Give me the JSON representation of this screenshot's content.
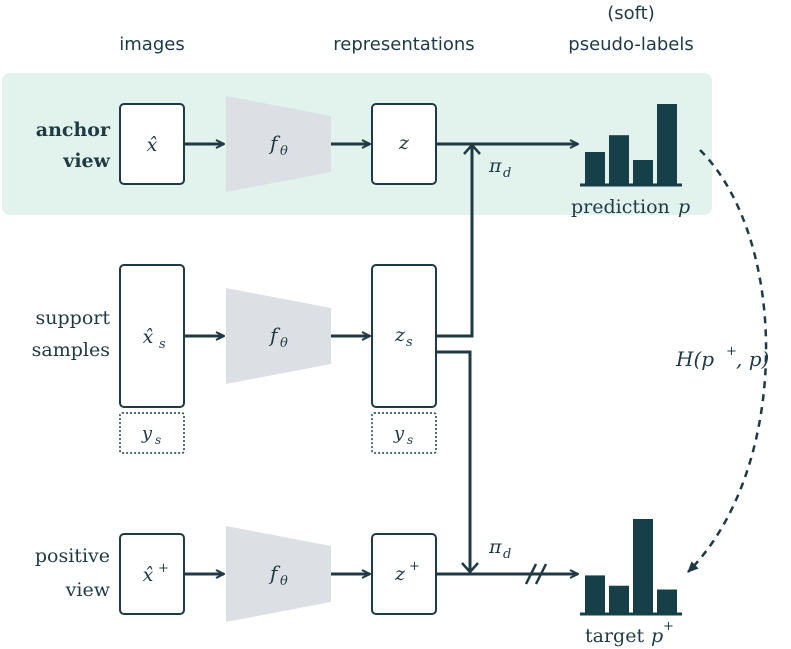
{
  "headers": {
    "images": "images",
    "representations": "representations",
    "soft": "(soft)",
    "pseudo_labels": "pseudo-labels"
  },
  "rows": {
    "anchor_line1": "anchor",
    "anchor_line2": "view",
    "support_line1": "support",
    "support_line2": "samples",
    "positive_line1": "positive",
    "positive_line2": "view"
  },
  "nodes": {
    "x_hat": "x̂",
    "x_hat_s": "x̂",
    "x_hat_s_sub": "s",
    "x_hat_plus": "x̂",
    "plus": "+",
    "y_s": "y",
    "y_s_sub": "s",
    "z": "z",
    "z_s": "z",
    "z_s_sub": "s",
    "z_plus": "z",
    "f": "f",
    "theta": "θ"
  },
  "edges": {
    "pi": "π",
    "pi_sub": "d",
    "loss": "H(p",
    "loss_sup": "+",
    "loss_end": ", p)"
  },
  "outputs": {
    "prediction": "prediction",
    "prediction_var": "p",
    "target": "target",
    "target_var": "p",
    "target_sup": "+"
  },
  "bars": {
    "prediction": [
      0.4,
      0.61,
      0.3,
      1.0
    ],
    "target": [
      0.4,
      0.29,
      1.0,
      0.25
    ]
  },
  "colors": {
    "ink": "#1f3a45",
    "highlight": "#e2f2ec",
    "encoder": "#dcdfe3",
    "bar": "#163f47"
  }
}
